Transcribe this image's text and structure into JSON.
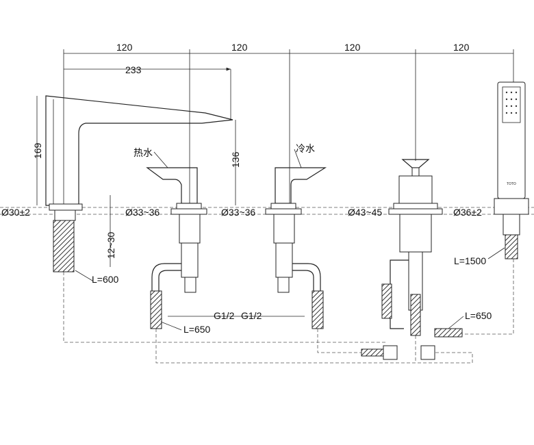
{
  "dimensions": {
    "spacing": [
      "120",
      "120",
      "120",
      "120"
    ],
    "spout_reach": "233",
    "spout_height": "169",
    "handle_height": "136",
    "deck_thickness": "12~30",
    "hole_spout": "Ø30±2",
    "hole_hot": "Ø33~36",
    "hole_cold": "Ø33~36",
    "hole_diverter": "Ø43~45",
    "hole_shower": "Ø36±2",
    "thread_hot": "G1/2",
    "thread_cold": "G1/2"
  },
  "labels": {
    "hot_water": "热水",
    "cold_water": "冷水",
    "hose_spout": "L=600",
    "hose_valves": "L=650",
    "hose_shower": "L=1500",
    "hose_diverter": "L=650",
    "brand_mark": "TOTO"
  }
}
